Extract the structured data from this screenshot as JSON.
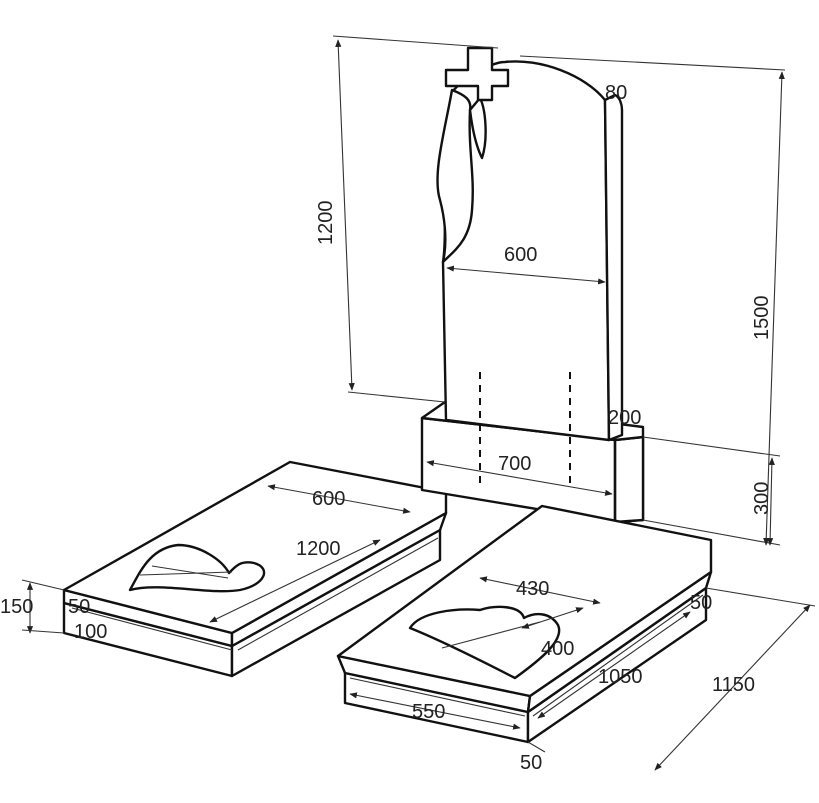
{
  "colors": {
    "line": "#111111",
    "background": "#ffffff"
  },
  "dimensions": {
    "stele_width": "600",
    "stele_height": "1200",
    "stele_thickness": "80",
    "total_height": "1500",
    "base_width": "700",
    "base_depth": "200",
    "base_height": "300",
    "left_flowerbed_width": "600",
    "left_flowerbed_length": "1200",
    "left_flowerbed_top": "50",
    "left_flowerbed_lower": "100",
    "left_flowerbed_total": "150",
    "right_flowerbed_heart_width": "430",
    "right_flowerbed_heart_depth": "400",
    "right_flowerbed_inner_length": "1050",
    "right_flowerbed_outer_length": "1150",
    "right_flowerbed_width": "550",
    "right_flowerbed_border_top": "50",
    "right_flowerbed_border_bottom": "50"
  }
}
